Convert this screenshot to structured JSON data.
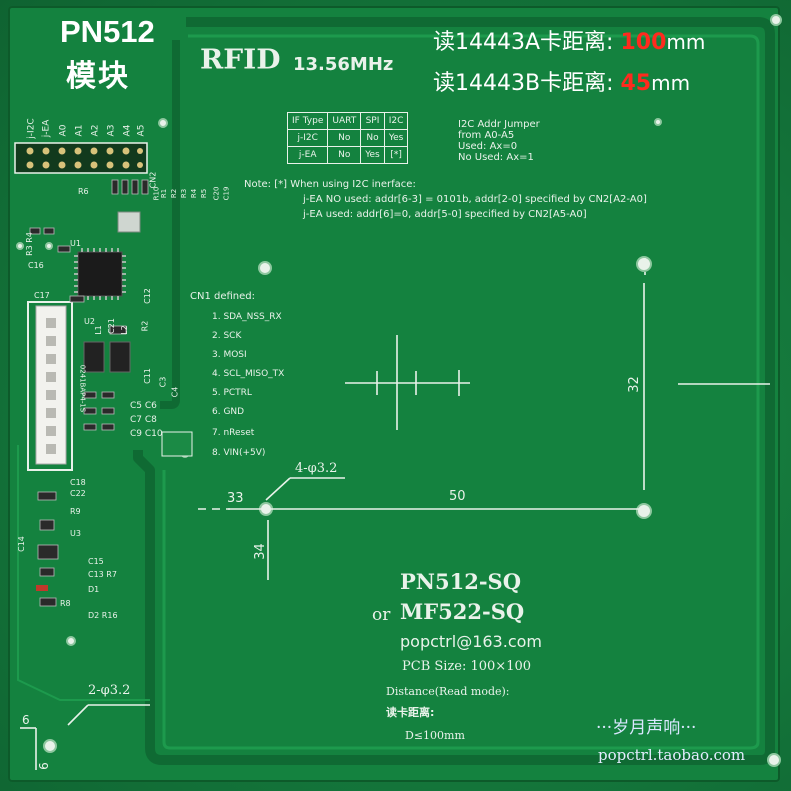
{
  "board": {
    "title": "PN512",
    "subtitle": "模块",
    "read_a_prefix": "读14443A卡距离: ",
    "read_a_value": "100",
    "read_a_unit": "mm",
    "read_b_prefix": "读14443B卡距离: ",
    "read_b_value": "45",
    "read_b_unit": "mm",
    "rfid_label": "RFID",
    "freq_label": "13.56MHz",
    "model_1": "PN512-SQ",
    "model_or": "or",
    "model_2": "MF522-SQ",
    "email": "popctrl@163.com",
    "pcb_size": "PCB Size: 100×100",
    "distance_label": "Distance(Read mode):",
    "distance_cn": "读卡距离:",
    "distance_value": "D≤100mm",
    "brand_cn": "···岁月声响···",
    "shop_url": "popctrl.taobao.com"
  },
  "if_table": {
    "headers": [
      "IF Type",
      "UART",
      "SPI",
      "I2C"
    ],
    "rows": [
      [
        "j-I2C",
        "No",
        "No",
        "Yes"
      ],
      [
        "j-EA",
        "No",
        "Yes",
        "[*]"
      ]
    ]
  },
  "i2c_jumper": {
    "title": "I2C Addr Jumper",
    "line1": "from A0-A5",
    "line2": "Used: Ax=0",
    "line3": "No Used: Ax=1"
  },
  "note": {
    "line1": "Note: [*] When using I2C inerface:",
    "line2": "j-EA  NO used: addr[6-3] = 0101b, addr[2-0] specified by CN2[A2-A0]",
    "line3": "j-EA  used: addr[6]=0, addr[5-0] specified by CN2[A5-A0]"
  },
  "cn1": {
    "title": "CN1 defined:",
    "pins": [
      "1. SDA_NSS_RX",
      "2. SCK",
      "3. MOSI",
      "4. SCL_MISO_TX",
      "5. PCTRL",
      "6. GND",
      "7. nReset",
      "8. VIN(+5V)"
    ]
  },
  "dimensions": {
    "d33": "33",
    "d50": "50",
    "d32": "32",
    "d34": "34",
    "hole4": "4-φ3.2",
    "hole2": "2-φ3.2",
    "d6a": "6",
    "d6b": "6"
  },
  "jumper_header": [
    "j-I2C",
    "j-EA",
    "A0",
    "A1",
    "A2",
    "A3",
    "A4",
    "A5"
  ],
  "components": {
    "u1": "U1",
    "u2": "U2",
    "u3": "U3",
    "r_group": [
      "R10",
      "R1",
      "R2",
      "R3",
      "R4",
      "R5",
      "C20",
      "C19"
    ],
    "cn2": "CN2",
    "c16": "C16",
    "c17": "C17",
    "c12": "C12",
    "r2": "R2",
    "l1": "L1",
    "l2": "L2",
    "c21": "C21",
    "c11": "C11",
    "c3": "C3",
    "c4": "C4",
    "caps": [
      "C5 C6",
      "C7 C8",
      "C9 C10"
    ],
    "c18": "C18",
    "c22": "C22",
    "r9": "R9",
    "c14": "C14",
    "c15": "C15",
    "c13r7": "C13 R7",
    "d1": "D1",
    "r8": "R8",
    "d2r16": "D2  R16",
    "r3r4": "R3 R4",
    "r6": "R6",
    "conn_label": "0241BAP4-1S"
  },
  "colors": {
    "pcb_green": "#14823f",
    "silk_white": "#e9f2ea",
    "accent_red": "#ff2a1e",
    "brand_blue": "#d9e7ff"
  }
}
